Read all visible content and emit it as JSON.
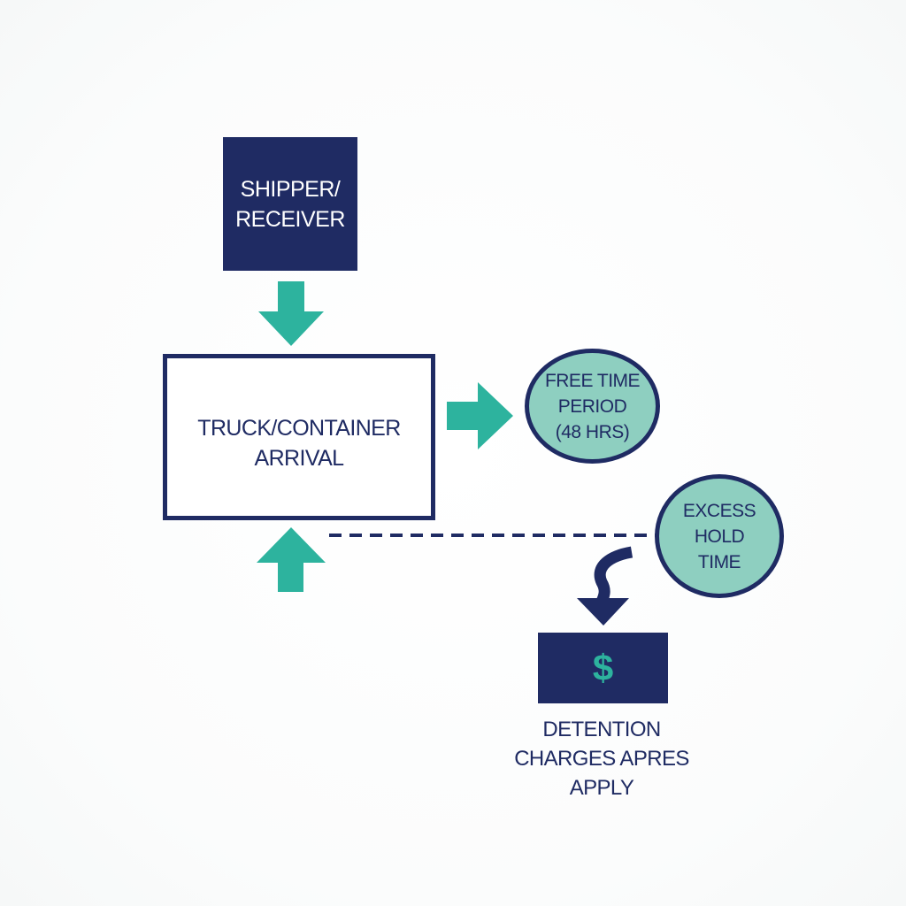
{
  "nodes": {
    "shipper": {
      "label": "SHIPPER/\nRECEIVER"
    },
    "container": {
      "label": "TRUCK/CONTAINER\nARRIVAL"
    },
    "free_time": {
      "label": "FREE TIME\nPERIOD\n(48 HRS)"
    },
    "excess_hold": {
      "label": "EXCESS\nHOLD\nTIME"
    },
    "charges": {
      "icon": "dollar-icon",
      "symbol": "$",
      "label": "DETENTION\nCHARGES APRES\nAPPLY"
    }
  },
  "colors": {
    "navy": "#1f2b63",
    "teal": "#2db39e",
    "light_teal": "#8ecfc0"
  }
}
